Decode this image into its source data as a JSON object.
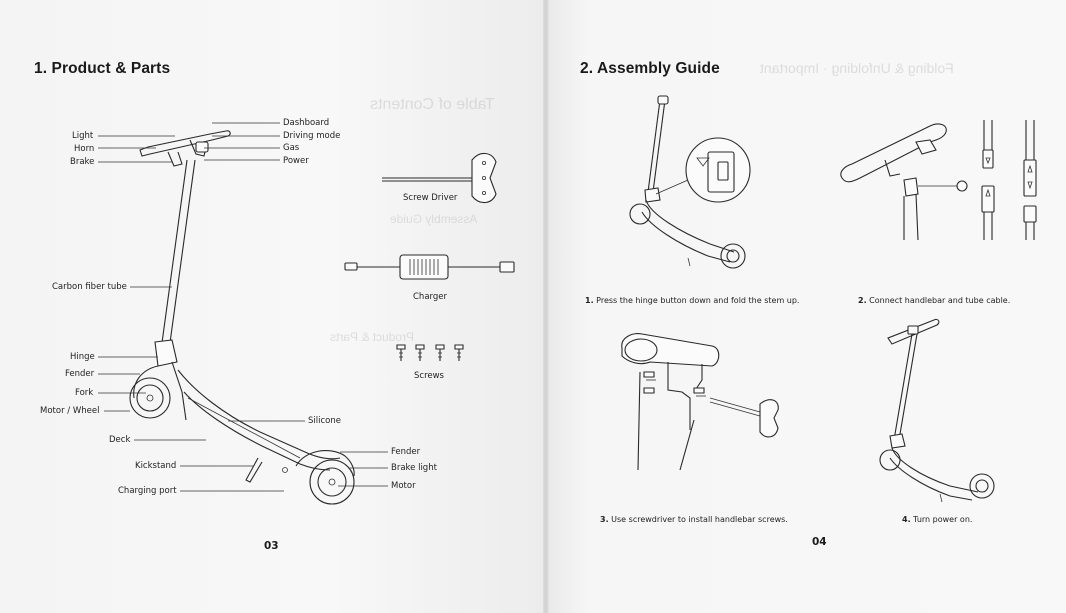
{
  "left_page": {
    "heading": "1. Product & Parts",
    "page_number": "03",
    "labels": {
      "light": "Light",
      "horn": "Horn",
      "brake": "Brake",
      "dashboard": "Dashboard",
      "driving_mode": "Driving mode",
      "gas": "Gas",
      "power": "Power",
      "carbon_fiber_tube": "Carbon fiber tube",
      "hinge": "Hinge",
      "fender_front": "Fender",
      "fork": "Fork",
      "motor_wheel": "Motor / Wheel",
      "deck": "Deck",
      "kickstand": "Kickstand",
      "charging_port": "Charging port",
      "silicone": "Silicone",
      "fender_rear": "Fender",
      "brake_light": "Brake light",
      "motor": "Motor"
    },
    "accessories": {
      "screw_driver": "Screw Driver",
      "charger": "Charger",
      "screws": "Screws"
    }
  },
  "right_page": {
    "heading": "2. Assembly Guide",
    "page_number": "04",
    "steps": [
      {
        "number": "1.",
        "text": "Press the hinge button down and fold the stem up."
      },
      {
        "number": "2.",
        "text": "Connect handlebar and tube cable."
      },
      {
        "number": "3.",
        "text": "Use screwdriver to install handlebar screws."
      },
      {
        "number": "4.",
        "text": "Turn power on."
      }
    ]
  }
}
